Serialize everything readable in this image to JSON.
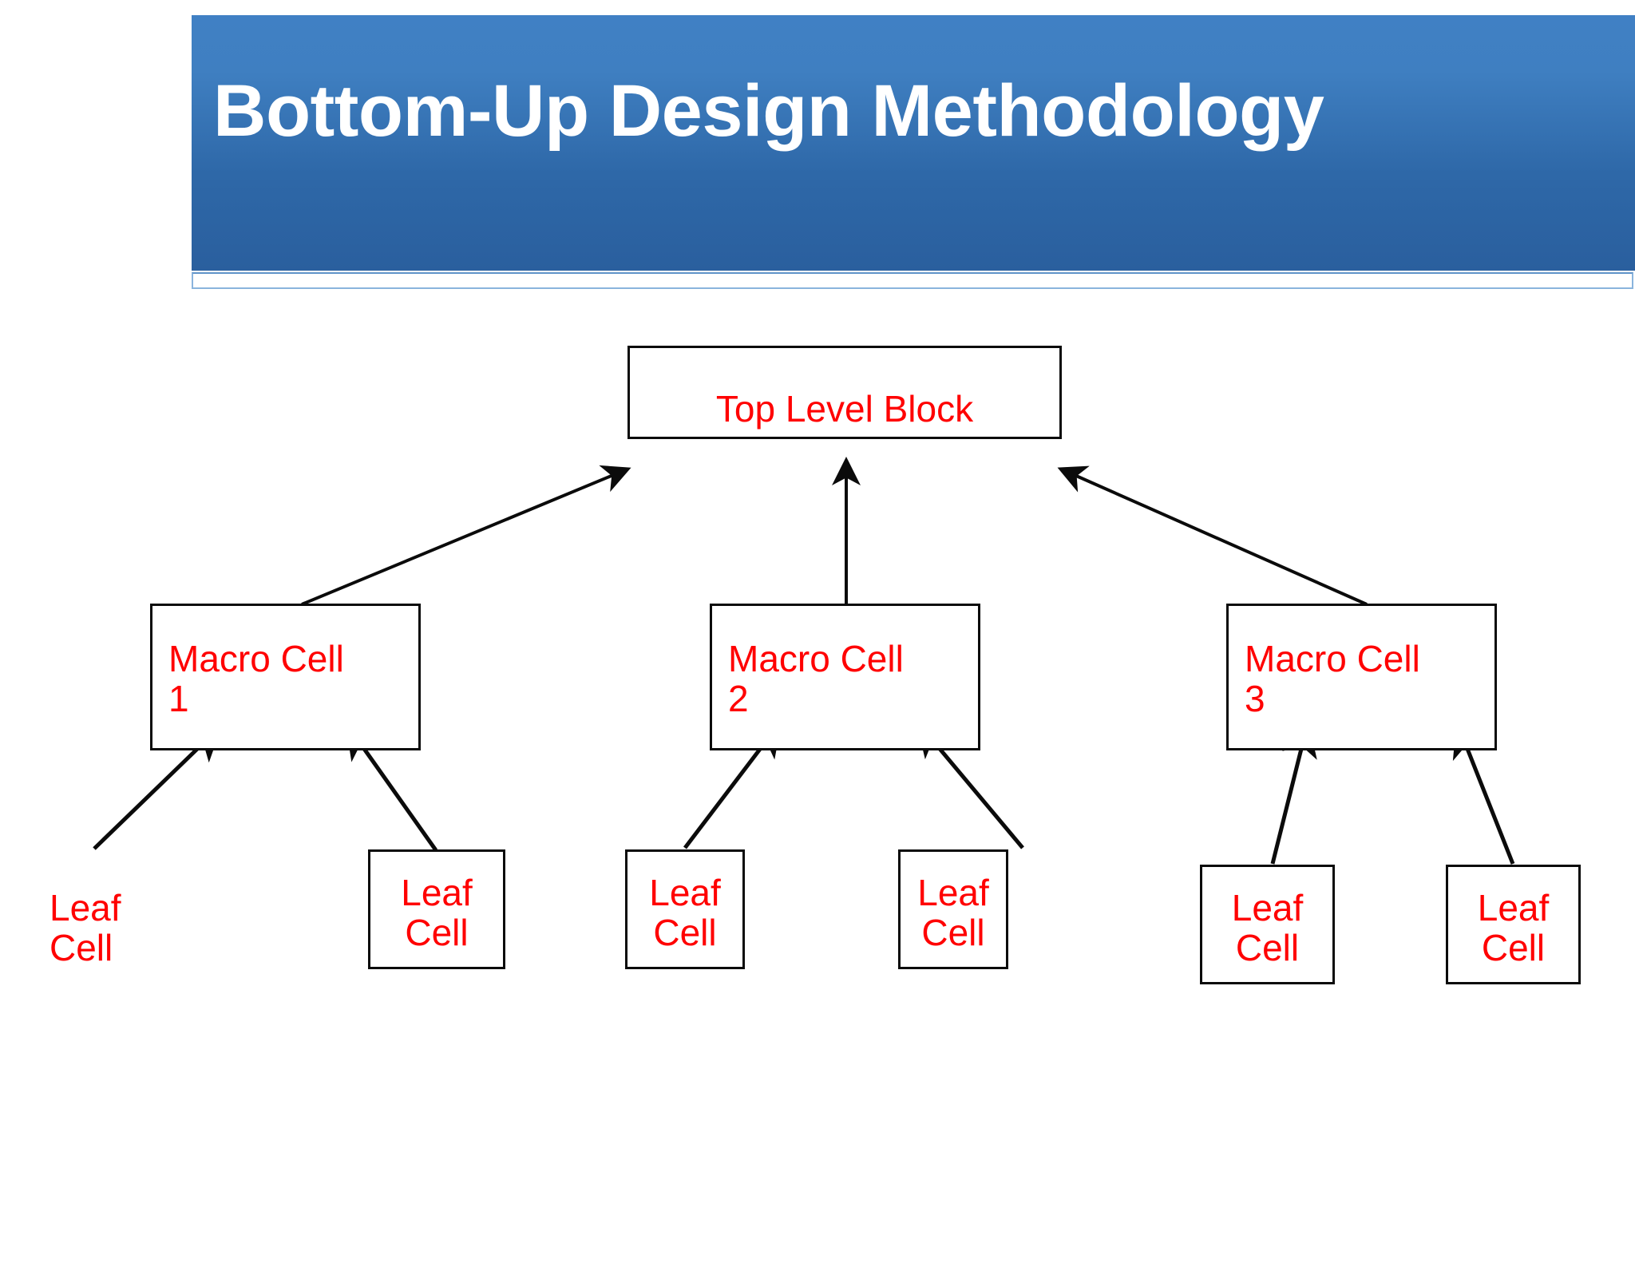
{
  "slide": {
    "title": "Bottom-Up Design Methodology",
    "background_color": "#ffffff",
    "title_banner_color_top": "#4080c4",
    "title_banner_color_bottom": "#2a5f9e",
    "title_text_color": "#ffffff",
    "accent_border_color": "#8ab4dd"
  },
  "diagram": {
    "type": "hierarchy-tree",
    "node_text_color": "#ff0000",
    "node_border_color": "#0b0b0b",
    "top_block": {
      "label": "Top Level Block"
    },
    "macro_cells": [
      {
        "label": "Macro Cell 1"
      },
      {
        "label": "Macro Cell 2"
      },
      {
        "label": "Macro Cell 3"
      }
    ],
    "leaf_cells": [
      {
        "label": "Leaf Cell",
        "boxed": false
      },
      {
        "label": "Leaf Cell",
        "boxed": true
      },
      {
        "label": "Leaf Cell",
        "boxed": true
      },
      {
        "label": "Leaf Cell",
        "boxed": true
      },
      {
        "label": "Leaf Cell",
        "boxed": true
      },
      {
        "label": "Leaf Cell",
        "boxed": true
      }
    ],
    "arrows": [
      {
        "from": "Macro Cell 1",
        "to": "Top Level Block"
      },
      {
        "from": "Macro Cell 2",
        "to": "Top Level Block"
      },
      {
        "from": "Macro Cell 3",
        "to": "Top Level Block"
      },
      {
        "from": "Leaf Cell 1",
        "to": "Macro Cell 1"
      },
      {
        "from": "Leaf Cell 2",
        "to": "Macro Cell 1"
      },
      {
        "from": "Leaf Cell 3",
        "to": "Macro Cell 2"
      },
      {
        "from": "Leaf Cell 4",
        "to": "Macro Cell 2"
      },
      {
        "from": "Leaf Cell 5",
        "to": "Macro Cell 3"
      },
      {
        "from": "Leaf Cell 6",
        "to": "Macro Cell 3"
      }
    ]
  }
}
